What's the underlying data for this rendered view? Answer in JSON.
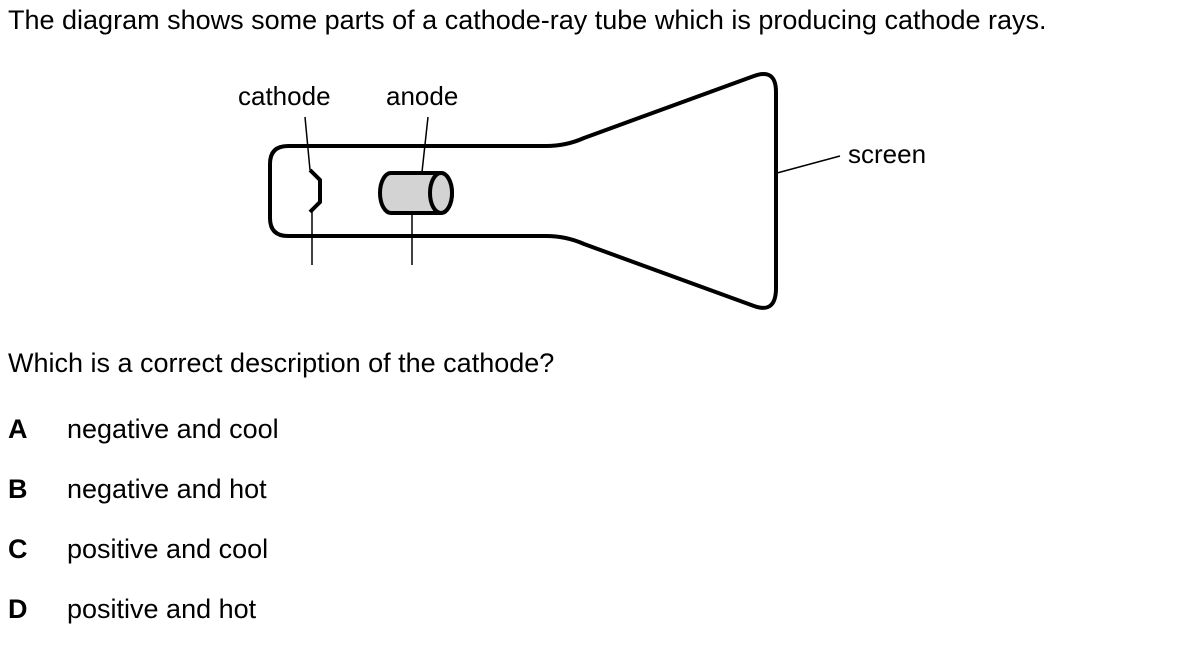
{
  "intro": "The diagram shows some parts of a cathode-ray tube which is producing cathode rays.",
  "diagram": {
    "labels": {
      "cathode": "cathode",
      "anode": "anode",
      "screen": "screen"
    },
    "colors": {
      "outline": "#000000",
      "anode_fill": "#d3d3d3"
    }
  },
  "question": "Which is a correct description of the cathode?",
  "options": [
    {
      "letter": "A",
      "text": "negative and cool"
    },
    {
      "letter": "B",
      "text": "negative and hot"
    },
    {
      "letter": "C",
      "text": "positive and cool"
    },
    {
      "letter": "D",
      "text": "positive and hot"
    }
  ]
}
